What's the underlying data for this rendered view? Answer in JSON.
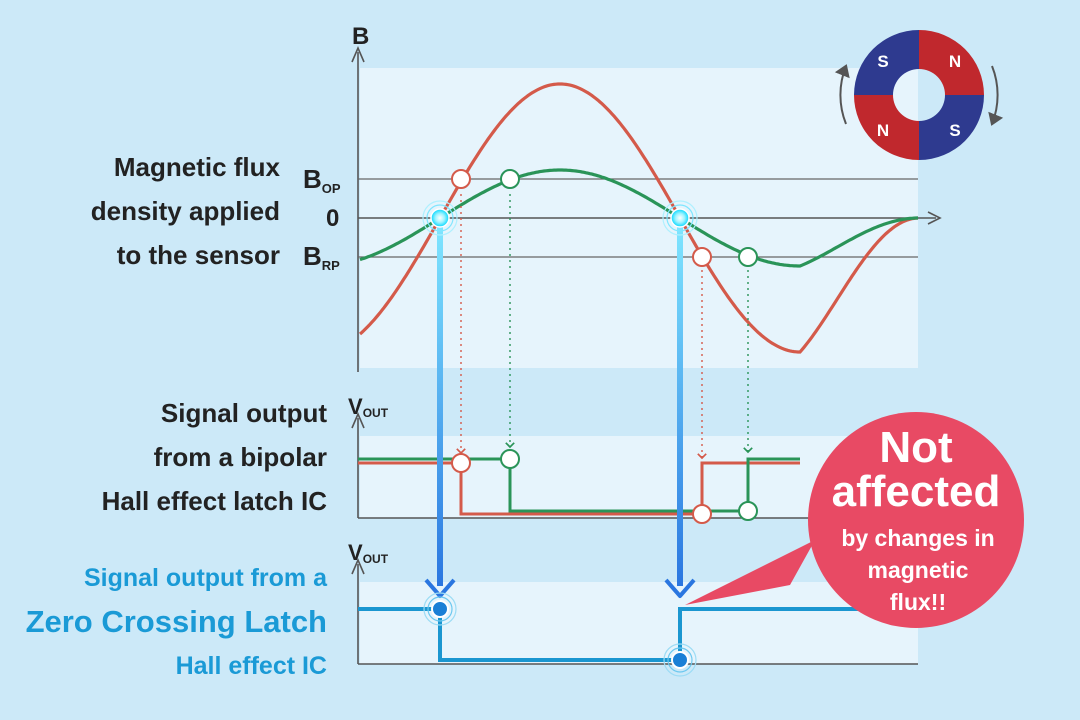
{
  "labels": {
    "flux_lines": [
      "Magnetic flux",
      "density applied",
      "to the sensor"
    ],
    "bipolar_lines": [
      "Signal output",
      "from a bipolar",
      "Hall effect latch IC"
    ],
    "zcl_lines": [
      "Signal output from a",
      "Zero Crossing Latch",
      "Hall effect IC"
    ]
  },
  "axes": {
    "b_axis": "B",
    "bop_main": "B",
    "bop_sub": "OP",
    "zero": "0",
    "brp_main": "B",
    "brp_sub": "RP",
    "vout1_main": "V",
    "vout1_sub": "OUT",
    "vout2_main": "V",
    "vout2_sub": "OUT"
  },
  "callout": {
    "line1": "Not",
    "line2": "affected",
    "line3": "by changes in",
    "line4": "magnetic",
    "line5": "flux!!"
  },
  "magnet": {
    "quadrants": [
      "S",
      "N",
      "N",
      "S"
    ],
    "north_color": "#c0282d",
    "south_color": "#2e3a8f"
  },
  "colors": {
    "background": "#cce9f8",
    "panel": "#e6f4fc",
    "red_curve": "#d45a4a",
    "green_curve": "#2a9458",
    "zcl": "#1a96d0",
    "accent_text": "#1a9ad6",
    "callout": "#e84a64",
    "text_dark": "#222222"
  }
}
